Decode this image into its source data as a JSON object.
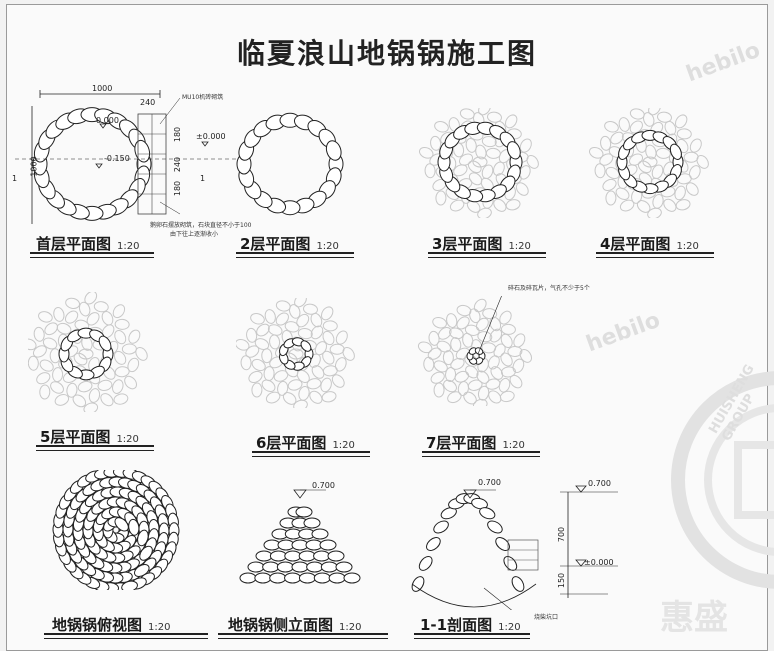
{
  "title": "临夏浪山地锅锅施工图",
  "captions": {
    "p1": {
      "label": "首层平面图",
      "scale": "1:20"
    },
    "p2": {
      "label": "2层平面图",
      "scale": "1:20"
    },
    "p3": {
      "label": "3层平面图",
      "scale": "1:20"
    },
    "p4": {
      "label": "4层平面图",
      "scale": "1:20"
    },
    "p5": {
      "label": "5层平面图",
      "scale": "1:20"
    },
    "p6": {
      "label": "6层平面图",
      "scale": "1:20"
    },
    "p7": {
      "label": "7层平面图",
      "scale": "1:20"
    },
    "p8": {
      "label": "地锅锅俯视图",
      "scale": "1:20"
    },
    "p9": {
      "label": "地锅锅侧立面图",
      "scale": "1:20"
    },
    "p10": {
      "label": "1-1剖面图",
      "scale": "1:20"
    }
  },
  "dims": {
    "width": "1000",
    "height": "1000",
    "side1": "240",
    "side2": "180",
    "side3": "240",
    "side4": "180",
    "lvl_top": "0.000",
    "lvl_pm": "±0.000",
    "lvl_low": "-0.150",
    "section_level": "1",
    "top_level_side": "0.700",
    "top_level_sec": "0.700",
    "top_level_dim": "0.700",
    "dim_700": "700",
    "dim_150": "150",
    "dim_zero": "±0.000"
  },
  "notes": {
    "brick": "MU10机砖砌筑",
    "stones": "鹅卵石摆放砌筑，石块直径不小于100",
    "base": "由下往上逐渐收小",
    "chimney": "碎石及碎瓦片，气孔不少于5个",
    "fire": "烧柴坑口"
  },
  "watermark": {
    "brand": "hebilo",
    "ring": "HUISHENG GROUP",
    "seal": "惠盛"
  }
}
